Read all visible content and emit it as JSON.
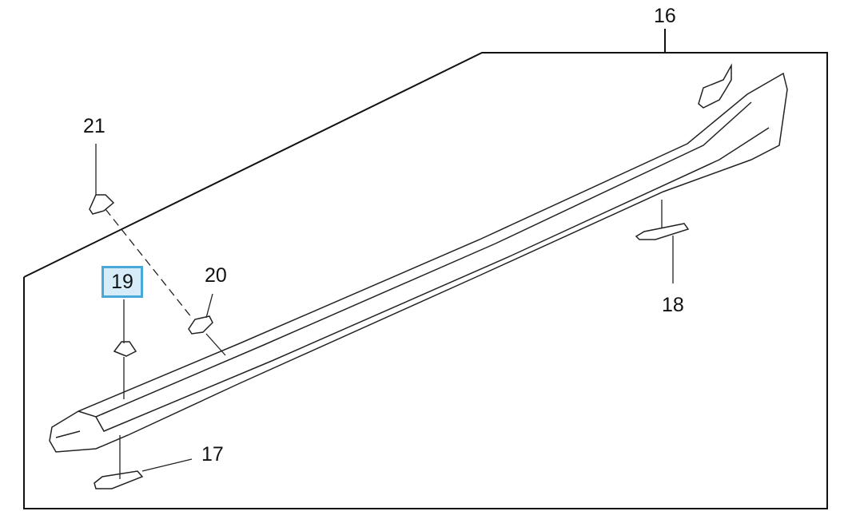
{
  "diagram": {
    "callouts": {
      "c16": "16",
      "c17": "17",
      "c18": "18",
      "c19": "19",
      "c20": "20",
      "c21": "21"
    },
    "highlighted_callout": "19",
    "highlight_color": "#4aa8d8",
    "highlight_fill": "#d6ecf8"
  }
}
